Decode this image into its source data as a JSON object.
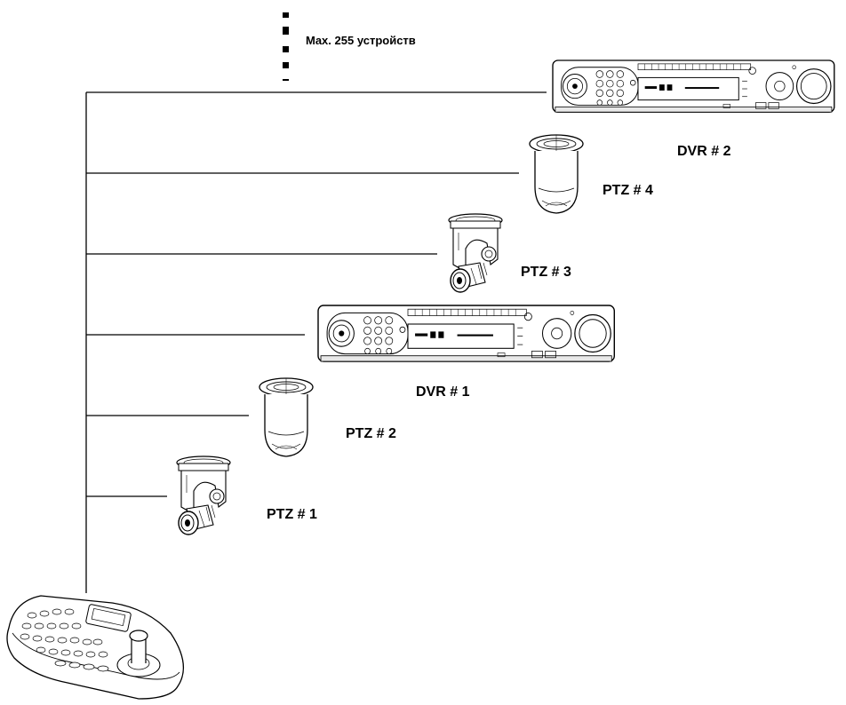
{
  "max_devices_note": "Max. 255 устройств",
  "devices": {
    "dvr2": {
      "label": "DVR # 2",
      "icon": "dvr-icon"
    },
    "ptz4": {
      "label": "PTZ # 4",
      "icon": "dome-camera-icon"
    },
    "ptz3": {
      "label": "PTZ # 3",
      "icon": "ptz-camera-icon"
    },
    "dvr1": {
      "label": "DVR # 1",
      "icon": "dvr-icon"
    },
    "ptz2": {
      "label": "PTZ # 2",
      "icon": "dome-camera-icon"
    },
    "ptz1": {
      "label": "PTZ # 1",
      "icon": "ptz-camera-icon"
    },
    "controller": {
      "icon": "keyboard-controller-icon"
    }
  }
}
